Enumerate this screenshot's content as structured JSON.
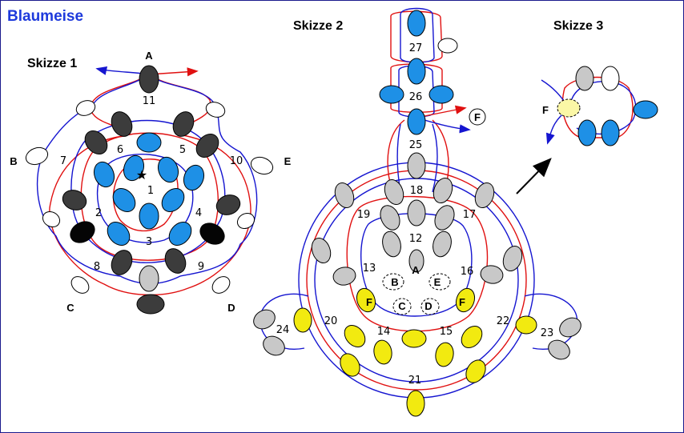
{
  "title": "Blaumeise",
  "sketches": {
    "s1": "Skizze 1",
    "s2": "Skizze 2",
    "s3": "Skizze 3"
  },
  "colors": {
    "blue_bead": "#1e90e6",
    "dark_bead": "#3c3c3c",
    "black_bead": "#050505",
    "gray_bead": "#c8c8c8",
    "yellow_bead": "#f2ea10",
    "pale_yellow_bead": "#fbf7a6",
    "red_thread": "#e01010",
    "blue_thread": "#1515d0",
    "title": "#1e3adc"
  },
  "skizze1": {
    "numbers": [
      "1",
      "2",
      "3",
      "4",
      "5",
      "6",
      "7",
      "8",
      "9",
      "10",
      "11"
    ],
    "letters": [
      "A",
      "B",
      "C",
      "D",
      "E"
    ]
  },
  "skizze2": {
    "numbers": [
      "12",
      "13",
      "14",
      "15",
      "16",
      "17",
      "18",
      "19",
      "20",
      "21",
      "22",
      "23",
      "24",
      "25",
      "26",
      "27"
    ],
    "letters": [
      "A",
      "B",
      "C",
      "D",
      "E",
      "F",
      "F",
      "F"
    ]
  },
  "skizze3": {
    "letters": [
      "F"
    ]
  }
}
